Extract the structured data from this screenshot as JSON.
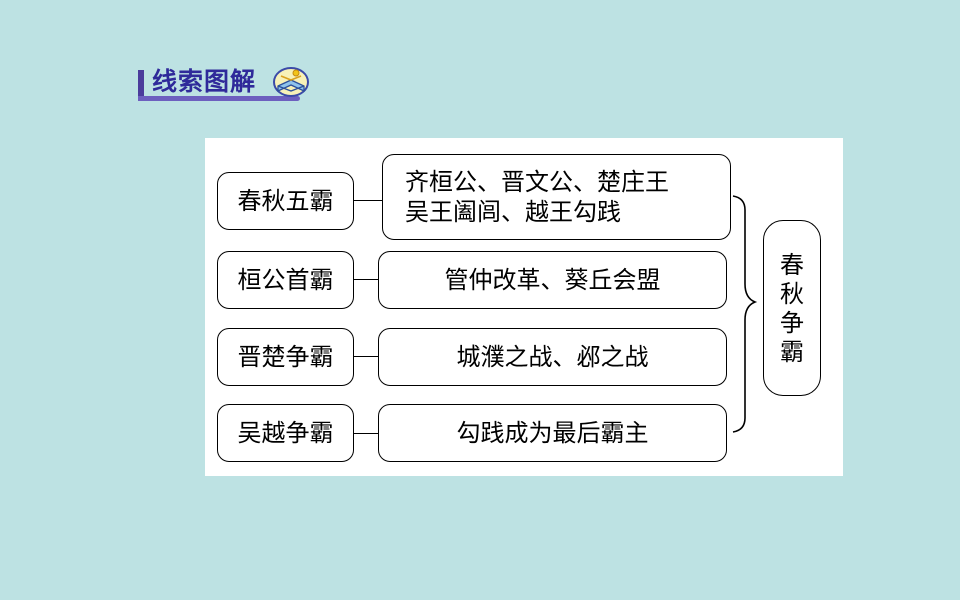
{
  "header": {
    "title": "线索图解",
    "icon": "open-book-icon"
  },
  "diagram": {
    "rows": [
      {
        "label": "春秋五霸",
        "content": [
          "齐桓公、晋文公、楚庄王",
          "吴王阖闾、越王勾践"
        ]
      },
      {
        "label": "桓公首霸",
        "content": [
          "管仲改革、葵丘会盟"
        ]
      },
      {
        "label": "晋楚争霸",
        "content": [
          "城濮之战、邲之战"
        ]
      },
      {
        "label": "吴越争霸",
        "content": [
          "勾践成为最后霸主"
        ]
      }
    ],
    "summary": [
      "春",
      "秋",
      "争",
      "霸"
    ]
  },
  "colors": {
    "background": "#bde2e3",
    "panel": "#ffffff",
    "header_text": "#2f2a9a",
    "header_bar": "#4b3c9c"
  }
}
